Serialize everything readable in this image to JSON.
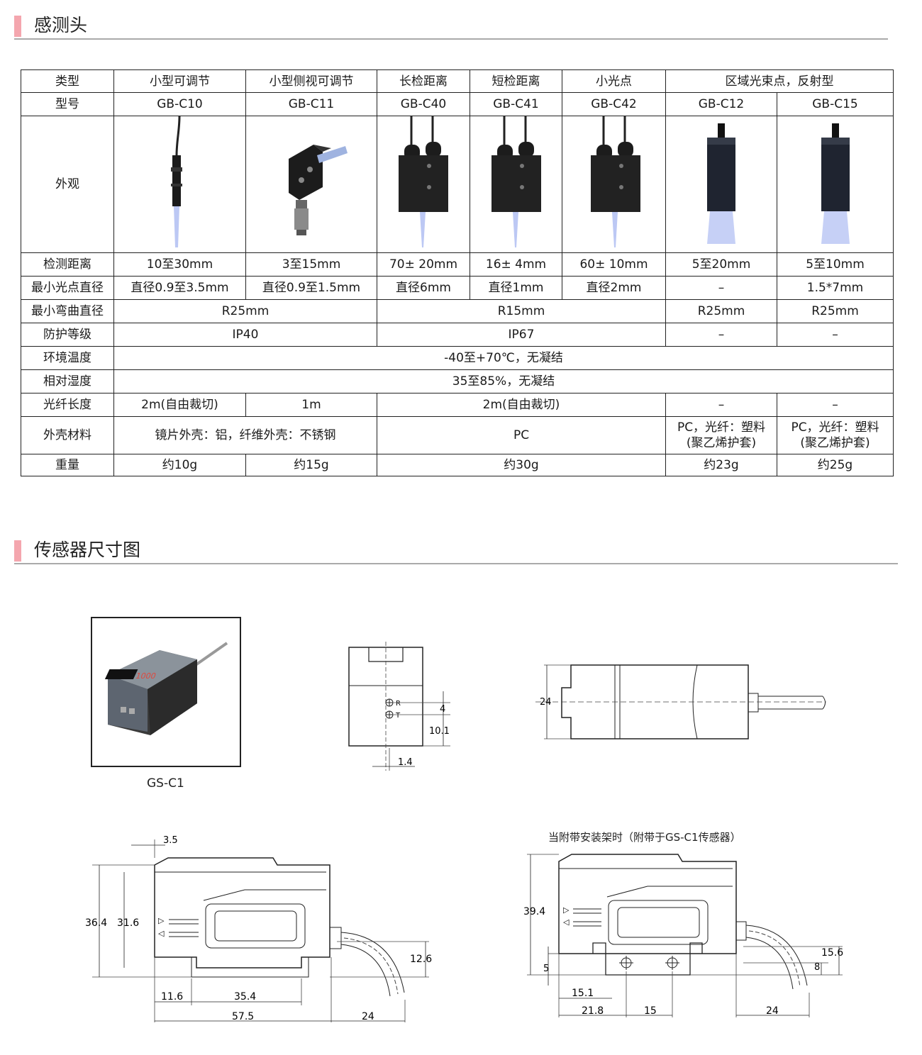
{
  "sections": {
    "sensor_head": "感测头",
    "dimensions": "传感器尺寸图"
  },
  "table": {
    "row_labels": {
      "type": "类型",
      "model": "型号",
      "appearance": "外观",
      "distance": "检测距离",
      "min_spot": "最小光点直径",
      "min_bend": "最小弯曲直径",
      "protection": "防护等级",
      "temp": "环境温度",
      "humidity": "相对湿度",
      "fiber_len": "光纤长度",
      "housing": "外壳材料",
      "weight": "重量"
    },
    "types": [
      "小型可调节",
      "小型侧视可调节",
      "长检距离",
      "短检距离",
      "小光点",
      "区域光束点，反射型"
    ],
    "models": [
      "GB-C10",
      "GB-C11",
      "GB-C40",
      "GB-C41",
      "GB-C42",
      "GB-C12",
      "GB-C15"
    ],
    "distance": [
      "10至30mm",
      "3至15mm",
      "70± 20mm",
      "16± 4mm",
      "60± 10mm",
      "5至20mm",
      "5至10mm"
    ],
    "min_spot": [
      "直径0.9至3.5mm",
      "直径0.9至1.5mm",
      "直径6mm",
      "直径1mm",
      "直径2mm",
      "–",
      "1.5*7mm"
    ],
    "min_bend": [
      "R25mm",
      "R15mm",
      "R25mm",
      "R25mm"
    ],
    "protection": [
      "IP40",
      "IP67",
      "–",
      "–"
    ],
    "temp": "-40至+70℃，无凝结",
    "humidity": "35至85%，无凝结",
    "fiber_len": [
      "2m(自由裁切)",
      "1m",
      "2m(自由裁切)",
      "–",
      "–"
    ],
    "housing": [
      "镜片外壳：铝，纤维外壳：不锈钢",
      "PC",
      "PC，光纤：塑料",
      "(聚乙烯护套)",
      "PC，光纤：塑料",
      "(聚乙烯护套)"
    ],
    "weight": [
      "约10g",
      "约15g",
      "约30g",
      "约23g",
      "约25g"
    ]
  },
  "dimensions": {
    "product_caption": "GS-C1",
    "bracket_caption": "当附带安装架时（附带于GS-C1传感器）",
    "front": {
      "labels": [
        "R",
        "T"
      ],
      "values": [
        "4",
        "10.1",
        "1.4"
      ]
    },
    "top": {
      "values": [
        "24"
      ]
    },
    "side": {
      "values": [
        "3.5",
        "36.4",
        "31.6",
        "12.6",
        "11.6",
        "35.4",
        "57.5",
        "24"
      ]
    },
    "bracket": {
      "values": [
        "39.4",
        "5",
        "15.6",
        "8",
        "15.1",
        "21.8",
        "15",
        "24"
      ]
    }
  },
  "product_display": {
    "digits": "1000"
  },
  "colors": {
    "accent": "#f4a6ae",
    "rule": "#aaaaaa",
    "beam": "#bcc8f4"
  }
}
